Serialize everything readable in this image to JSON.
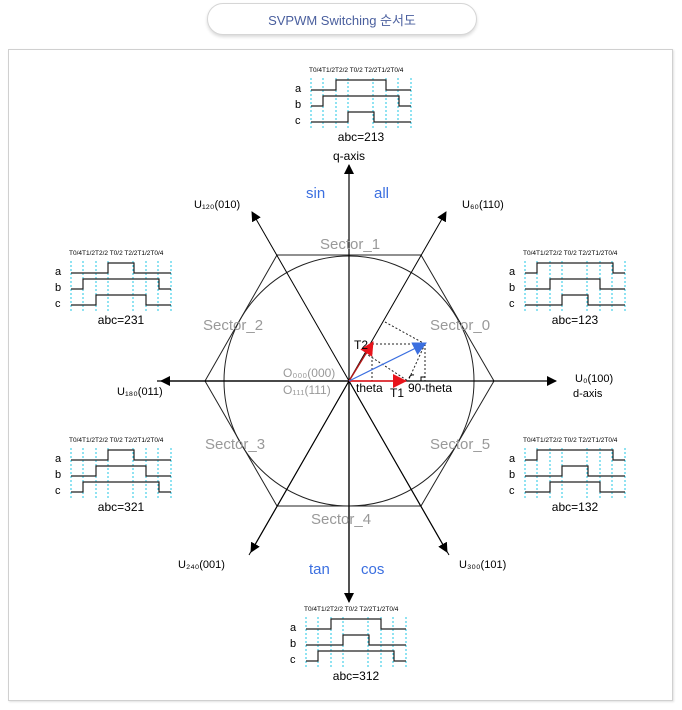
{
  "header": {
    "title": "SVPWM Switching 순서도"
  },
  "colors": {
    "title_text": "#4a5f9e",
    "sector_label": "#999999",
    "trig_label": "#3b6fe0",
    "red_vector": "#e8141b",
    "blue_vector": "#3b6fe0",
    "dark_red_vector": "#b01818",
    "timing_grid": "#22c7e6"
  },
  "diagram": {
    "axes": {
      "q_axis": "q-axis",
      "d_axis": "d-axis",
      "u0": "U₀(100)",
      "u60": "U₆₀(110)",
      "u120": "U₁₂₀(010)",
      "u180": "U₁₈₀(011)",
      "u240": "U₂₄₀(001)",
      "u300": "U₃₀₀(101)",
      "o000": "O₀₀₀(000)",
      "o111": "O₁₁₁(111)"
    },
    "sectors": [
      "Sector_0",
      "Sector_1",
      "Sector_2",
      "Sector_3",
      "Sector_4",
      "Sector_5"
    ],
    "trig": {
      "sin": "sin",
      "all": "all",
      "tan": "tan",
      "cos": "cos"
    },
    "vector_labels": {
      "t1": "T1",
      "t2": "T2",
      "theta": "theta",
      "ninety_theta": "90-theta"
    }
  },
  "timing_common": {
    "header": "T0/4T1/2T2/2   T0/2   T2/2T1/2T0/4",
    "rows": [
      "a",
      "b",
      "c"
    ]
  },
  "timing_diagrams": [
    {
      "id": "top",
      "sequence": "abc=213",
      "order": [
        "b",
        "a",
        "c"
      ]
    },
    {
      "id": "upper-left",
      "sequence": "abc=231",
      "order": [
        "b",
        "c",
        "a"
      ]
    },
    {
      "id": "upper-right",
      "sequence": "abc=123",
      "order": [
        "a",
        "b",
        "c"
      ]
    },
    {
      "id": "lower-left",
      "sequence": "abc=321",
      "order": [
        "c",
        "b",
        "a"
      ]
    },
    {
      "id": "lower-right",
      "sequence": "abc=132",
      "order": [
        "a",
        "c",
        "b"
      ]
    },
    {
      "id": "bottom",
      "sequence": "abc=312",
      "order": [
        "c",
        "a",
        "b"
      ]
    }
  ]
}
